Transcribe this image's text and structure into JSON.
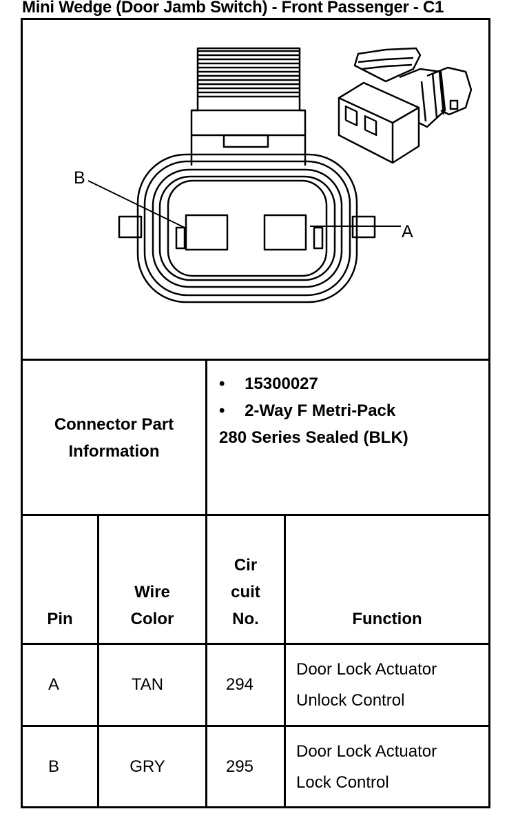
{
  "title": "Mini Wedge (Door Jamb Switch) - Front Passenger - C1",
  "diagram": {
    "label_b": "B",
    "label_a": "A"
  },
  "connector_info": {
    "label_line1": "Connector Part",
    "label_line2": "Information",
    "bullet": "•",
    "part_number": "15300027",
    "description_line1": "2-Way F Metri-Pack",
    "description_line2": "280 Series Sealed (BLK)"
  },
  "table": {
    "headers": {
      "pin": "Pin",
      "wire_line1": "Wire",
      "wire_line2": "Color",
      "circuit_line1": "Cir",
      "circuit_line2": "cuit",
      "circuit_line3": "No.",
      "function": "Function"
    },
    "rows": [
      {
        "pin": "A",
        "wire_color": "TAN",
        "circuit": "294",
        "function_line1": "Door Lock Actuator",
        "function_line2": "Unlock Control"
      },
      {
        "pin": "B",
        "wire_color": "GRY",
        "circuit": "295",
        "function_line1": "Door Lock Actuator",
        "function_line2": "Lock Control"
      }
    ]
  }
}
